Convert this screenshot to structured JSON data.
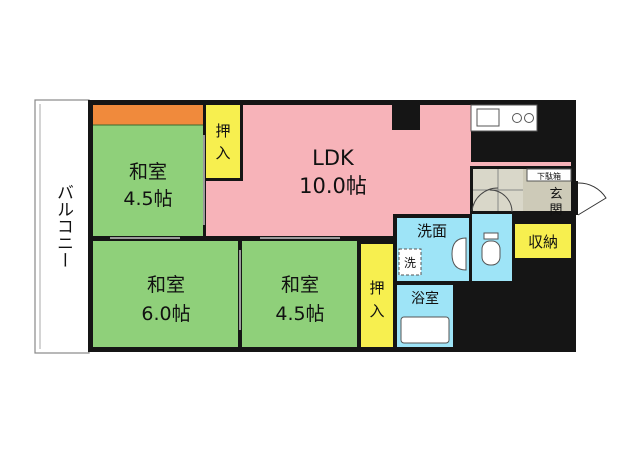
{
  "colors": {
    "tatami": "#8fd07a",
    "ldk": "#f7b3b9",
    "closet": "#f7ef4f",
    "water": "#9ee4f7",
    "entrance": "#cdcab8",
    "tokonoma": "#f08a3c",
    "wall": "#151515",
    "balcony": "#ffffff"
  },
  "rooms": {
    "balcony": {
      "label": "バルコニー"
    },
    "washitsu_top": {
      "label_line1": "和室",
      "label_line2": "4.5帖"
    },
    "oshiire_top": {
      "label_line1": "押",
      "label_line2": "入"
    },
    "ldk": {
      "label_line1": "LDK",
      "label_line2": "10.0帖"
    },
    "washitsu_left": {
      "label_line1": "和室",
      "label_line2": "6.0帖"
    },
    "washitsu_mid": {
      "label_line1": "和室",
      "label_line2": "4.5帖"
    },
    "oshiire_bottom": {
      "label_line1": "押",
      "label_line2": "入"
    },
    "senmen": {
      "label": "洗面"
    },
    "washer": {
      "label": "洗"
    },
    "yokushitsu": {
      "label": "浴室"
    },
    "shunou": {
      "label": "収納"
    },
    "genkan": {
      "label_line1": "玄",
      "label_line2": "関"
    },
    "getabako": {
      "label": "下駄箱"
    }
  }
}
